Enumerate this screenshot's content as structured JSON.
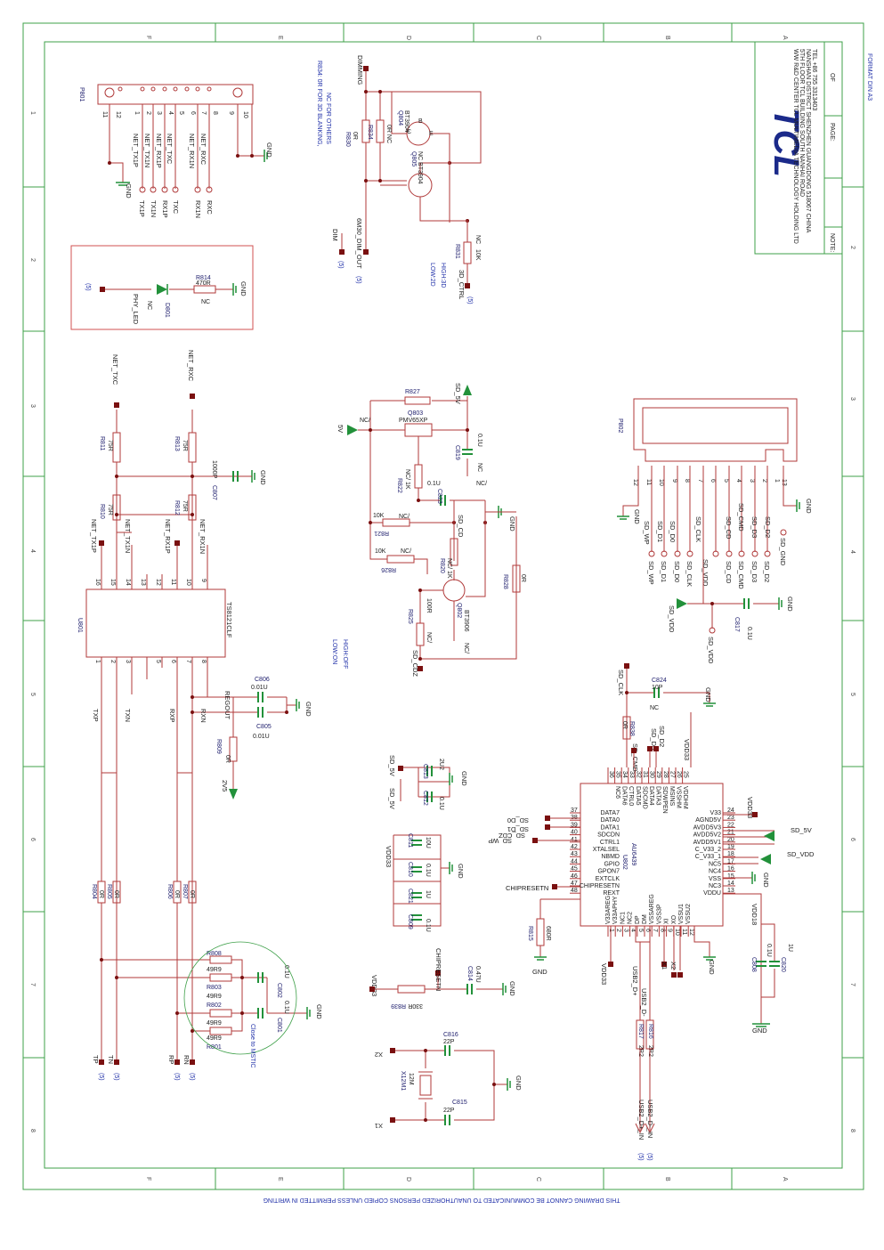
{
  "sheet": {
    "title_block": {
      "logo": "TCL",
      "company_lines": [
        "WW R&D CENTER TCL MULTIMEDIA TECHNOLOGY HOLDING LTD",
        "5TH FLOOR TCL BUILDING SOUTH NANHAI ROAD",
        "NANSHAN DISTRICT SHENZHEN GUANGDONG 518067 CHINA",
        "TEL +86 755 3313403"
      ],
      "of_label": "OF",
      "page_label": "PAGE:",
      "note_label": "NOTE:",
      "format": "FORMAT DIN A3"
    },
    "footer_note": "THIS DRAWING CANNOT BE COMMUNICATED TO UNAUTHORIZED PERSONS COPIED UNLESS PERMITTED IN WRITING",
    "col_labels": [
      "F",
      "E",
      "D",
      "C",
      "B",
      "A"
    ],
    "row_labels": [
      "1",
      "2",
      "3",
      "4",
      "5",
      "6",
      "7",
      "8"
    ]
  },
  "p801": {
    "ref": "P801",
    "pins": [
      "11",
      "12",
      "1",
      "2",
      "3",
      "4",
      "5",
      "6",
      "7",
      "8",
      "9",
      "10"
    ],
    "nets": [
      "NET_TX1P",
      "NET_TX1N",
      "NET_RX1P",
      "NET_TXC",
      "NET_RX1N",
      "NET_RXC"
    ],
    "ports": [
      "TX1P",
      "TX1N",
      "RX1P",
      "TXC",
      "RX1N",
      "RXC"
    ],
    "gnd": [
      "GND",
      "GND"
    ]
  },
  "led": {
    "net": "PHY_LED",
    "sheet_ref": "(5)",
    "diode": "D801",
    "diode_nc": "NC",
    "res_ref": "R814",
    "res_val": "470R",
    "res_nc": "NC",
    "gnd": "GND"
  },
  "dimming": {
    "note": [
      "R834: 0R FOR 3D BLANKING,",
      "NC FOR OTHERS"
    ],
    "net_dimming": "DIMMING",
    "r830": [
      "R830",
      "0R"
    ],
    "r834": [
      "R834",
      "0R NC"
    ],
    "q804": [
      "Q804",
      "BT3904"
    ],
    "q805": [
      "Q805",
      "NC BT3904"
    ],
    "dim": "DIM",
    "dim_ref": "(5)",
    "dim_out": "6M30_DIM_OUT",
    "dim_out_ref": "(5)",
    "r831": [
      "R831",
      "10K",
      "NC"
    ],
    "mode_low": "LOW:2D",
    "mode_high": "HIGH:3D",
    "ctrl": "3D_CTRL",
    "ctrl_ref": "(5)",
    "pins": [
      "C",
      "B",
      "E"
    ]
  },
  "ts8121": {
    "ref": "U801",
    "part": "TS8121CLF",
    "top_pins": [
      "16",
      "15",
      "14",
      "13",
      "12",
      "11",
      "10",
      "9"
    ],
    "bottom_pins": [
      "1",
      "2",
      "3",
      "4",
      "5",
      "6",
      "7",
      "8"
    ],
    "top_nets": [
      "NET_TX1P",
      "NET_TX1N",
      "NET_RX1P",
      "NET_RX1N"
    ],
    "net_txc": "NET_TXC",
    "net_rxc": "NET_RXC",
    "r811": [
      "R811",
      "75R"
    ],
    "r813": [
      "R813",
      "75R"
    ],
    "r810": [
      "R810",
      "75R"
    ],
    "r812": [
      "R812",
      "75R"
    ],
    "c807": [
      "1000P",
      "C807"
    ],
    "gnd": "GND",
    "bottom_nets": [
      "TXP",
      "TXN",
      "RXP",
      "RXN"
    ],
    "regout": "REGOUT",
    "c806": [
      "C806",
      "0.01U"
    ],
    "c805": [
      "C805",
      "0.01U"
    ],
    "r809": [
      "R809",
      "0R"
    ],
    "v25": "2V5",
    "r804": [
      "R804",
      "0R"
    ],
    "r805": [
      "R805",
      "0R"
    ],
    "r806": [
      "R806",
      "0R"
    ],
    "r807": [
      "R807",
      "0R"
    ],
    "r808": [
      "R808",
      "49R9"
    ],
    "r803": [
      "R803",
      "49R9"
    ],
    "r802": [
      "R802",
      "49R9"
    ],
    "r801": [
      "R801",
      "49R9"
    ],
    "c802": [
      "0.1U",
      "C802"
    ],
    "c801": [
      "0.1U",
      "C801"
    ],
    "mstic_note": "Close to MSTIC",
    "outs": [
      "TP",
      "TN",
      "RP",
      "RN"
    ],
    "out_ref": "(5)"
  },
  "power": {
    "v5": "5V",
    "nc1": "NC/",
    "r827": "R827",
    "q803": [
      "Q803",
      "PMV65XP"
    ],
    "sd5v": "SD_5V",
    "c819": [
      "C819",
      "0.1U",
      "NC"
    ],
    "r822": [
      "R822",
      "NC/ 1K"
    ],
    "c823": [
      "0.1U",
      "C823",
      "NC/"
    ],
    "r821": [
      "10K",
      "R821",
      "NC/"
    ],
    "sd_cd": "SD_CD",
    "gnd": "GND",
    "r826": [
      "10K",
      "R826",
      "NC/"
    ],
    "r820": [
      "R820",
      "NC/ 1K"
    ],
    "r828": [
      "R828",
      "0R"
    ],
    "q802": [
      "Q802",
      "BT3906"
    ],
    "r825": [
      "R825",
      "100R",
      "NC/"
    ],
    "nc_last": "NC/",
    "sd_cdz": "SD_CDZ",
    "low_on": "LOW:ON",
    "high_off": "HIGH:OFF"
  },
  "p802": {
    "ref": "P802",
    "pins": [
      "12",
      "11",
      "10",
      "9",
      "8",
      "7",
      "6",
      "5",
      "4",
      "3",
      "2",
      "1",
      "13"
    ],
    "nets": [
      "SD_WP",
      "SD_D1",
      "SD_D0",
      "SD_CLK",
      "SD_CD",
      "SD_CMD",
      "SD_D3",
      "SD_D2"
    ],
    "ports": [
      "SD_WP",
      "SD_D1",
      "SD_D0",
      "SD_CLK",
      "SD_VDD",
      "SD_CD",
      "SD_CMD",
      "SD_D3",
      "SD_D2",
      "SD_GND"
    ],
    "sd_vdd": "SD_VDD",
    "c817": [
      "C817",
      "0.1U"
    ],
    "gnd": "GND"
  },
  "au6439": {
    "ref": "U802",
    "part": "AU6439",
    "top_pins": [
      "36",
      "35",
      "34",
      "33",
      "32",
      "31",
      "30",
      "29",
      "28",
      "27",
      "26",
      "25"
    ],
    "top_names": [
      "NC6",
      "DATA6",
      "CTRL0",
      "DATA5",
      "SDCMD",
      "DATA4",
      "DATA3",
      "SDWPEN",
      "MSINS",
      "VSSHM",
      "VDDHM"
    ],
    "left_pins": [
      "37",
      "38",
      "39",
      "40",
      "41",
      "42",
      "43",
      "44",
      "45",
      "46",
      "47",
      "48"
    ],
    "left_names": [
      "DATA7",
      "DATA0",
      "DATA1",
      "SDCDN",
      "CTRL1",
      "XTALSEL",
      "NBMD",
      "GPIO",
      "GPON7",
      "EXTCLK",
      "CHIPRESETN",
      "REXT"
    ],
    "right_pins": [
      "24",
      "23",
      "22",
      "21",
      "20",
      "19",
      "18",
      "17",
      "16",
      "15",
      "14",
      "13"
    ],
    "right_names": [
      "V33",
      "AGND5V",
      "AVDD5V3",
      "AVDD5V2",
      "AVDD5V1",
      "C_V33_2",
      "C_V33_1",
      "NC5",
      "NC4",
      "VSS",
      "NC3",
      "VDDU"
    ],
    "bottom_pins": [
      "1",
      "2",
      "3",
      "4",
      "5",
      "6",
      "7",
      "8",
      "9",
      "10",
      "11",
      "12"
    ],
    "bottom_names": [
      "V33AREG",
      "V33APHY",
      "NC1",
      "NC2",
      "DP",
      "DM",
      "VSSAREG",
      "VSS3P",
      "XI",
      "XO",
      "VSSU1",
      "VSSU2"
    ],
    "nets_top": [
      "SD_CLK",
      "SD_CMD",
      "SD_D3",
      "SD_D2"
    ],
    "c824": [
      "C824",
      "10P",
      "NC"
    ],
    "r838": [
      "R838",
      "0R"
    ],
    "vdd33": "VDD33",
    "gnd": "GND",
    "sd5v": "SD_5V",
    "sdvdd": "SD_VDD",
    "vdd18": "VDD18",
    "c808": [
      "C808",
      "0.1U"
    ],
    "c820": [
      "C820",
      "1U"
    ],
    "left_nets": [
      "SD_D0",
      "SD_D1",
      "SD_WP",
      "SD_CDZ"
    ],
    "chipresetn": "CHIPRESETN",
    "r815": [
      "R815",
      "680R"
    ],
    "usb_dp": "USB2_D+",
    "usb_dm": "USB2_D-",
    "x1": "X1",
    "x2": "X2",
    "r817": [
      "R817",
      "2R2"
    ],
    "r816": [
      "R816",
      "2R2"
    ],
    "usb_in": [
      "USB2_D+_IN",
      "USB2_D-_IN"
    ],
    "usb_ref": "(5)"
  },
  "decoup": {
    "sd5v_a": "SD_5V",
    "sd5v_b": "SD_5V",
    "c813": [
      "C813",
      "2U2"
    ],
    "c812": [
      "C812",
      "0.1U"
    ],
    "vdd33": "VDD33",
    "c811": [
      "C811",
      "10U"
    ],
    "c810": [
      "C810",
      "0.1U"
    ],
    "c821": [
      "C821",
      "1U"
    ],
    "c809": [
      "C809",
      "0.1U"
    ],
    "gnd": "GND",
    "r839": [
      "R839",
      "330R"
    ],
    "chipresetn": "CHIPRESETN",
    "c814": [
      "C814",
      "0.47U"
    ],
    "vdd33b": "VDD33"
  },
  "crystal": {
    "x2": "X2",
    "x1": "X1",
    "c816": [
      "C816",
      "22P"
    ],
    "c815": [
      "C815",
      "22P"
    ],
    "xtal": [
      "X12M1",
      "12M"
    ],
    "gnd": "GND"
  }
}
